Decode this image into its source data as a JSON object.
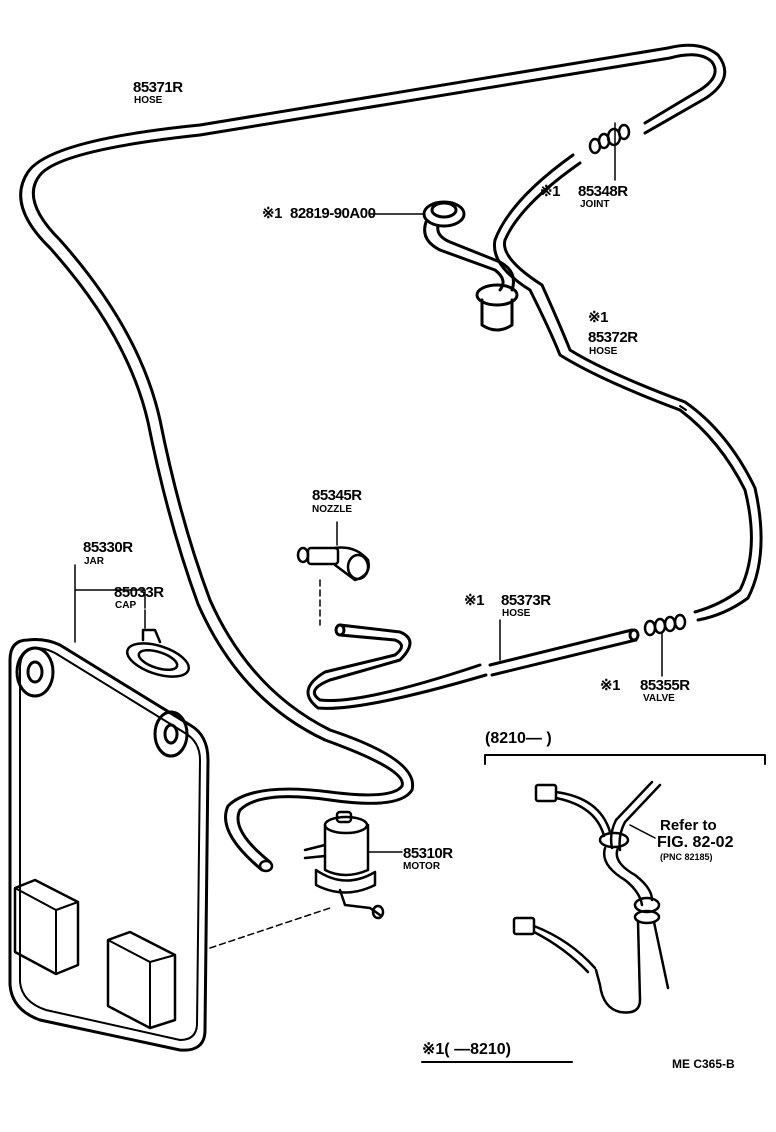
{
  "figure": {
    "code": "ME  C365-B",
    "footnote": "※1(      —8210)",
    "inset_range": "(8210—      )"
  },
  "parts": [
    {
      "marker": "",
      "number": "85371R",
      "name": "HOSE"
    },
    {
      "marker": "※1",
      "number": "82819-90A00",
      "name": ""
    },
    {
      "marker": "※1",
      "number": "85348R",
      "name": "JOINT"
    },
    {
      "marker": "※1",
      "number": "85372R",
      "name": "HOSE"
    },
    {
      "marker": "",
      "number": "85345R",
      "name": "NOZZLE"
    },
    {
      "marker": "",
      "number": "85330R",
      "name": "JAR"
    },
    {
      "marker": "",
      "number": "85033R",
      "name": "CAP"
    },
    {
      "marker": "※1",
      "number": "85373R",
      "name": "HOSE"
    },
    {
      "marker": "※1",
      "number": "85355R",
      "name": "VALVE"
    },
    {
      "marker": "",
      "number": "85310R",
      "name": "MOTOR"
    }
  ],
  "reference": {
    "line1": "Refer to",
    "line2": "FIG. 82-02",
    "line3": "(PNC 82185)"
  }
}
